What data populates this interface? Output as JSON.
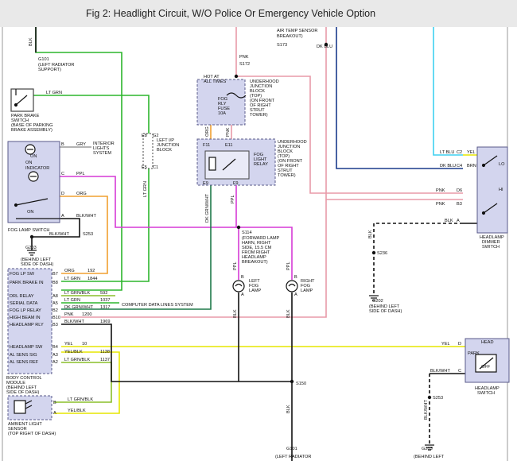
{
  "header": {
    "title": "Fig 2: Headlight Circuit, W/O Police Or Emergency Vehicle Option"
  },
  "colors": {
    "lt_grn": "#2db52d",
    "pnk": "#e89aa8",
    "ppl": "#d63ad6",
    "dk_blu": "#1a3a8c",
    "lt_blu": "#3fd0f0",
    "yel": "#e6e600",
    "org": "#f0a030",
    "blk": "#111111",
    "gry": "#9a9a9a",
    "dk_grn_wht": "#1f7a4a",
    "box_fill": "#d3d5ee",
    "box_border": "#5a5a8a"
  },
  "labels": {
    "blk_top_left": "BLK",
    "g101_top": "G101",
    "g101_top_desc": [
      "(LEFT RADIATOR",
      "SUPPORT)"
    ],
    "air_temp": [
      "AIR TEMP SENSOR",
      "BREAKOUT)"
    ],
    "s173": "S173",
    "dk_blu_top": "DK BLU",
    "pnk_s172": "PNK",
    "s172": "S172",
    "hot_at_all_times": [
      "HOT AT",
      "ALL TIMES"
    ],
    "fuse": [
      "FOG",
      "RLY",
      "FUSE",
      "10A"
    ],
    "ujb_top": [
      "UNDERHOOD",
      "JUNCTION",
      "BLOCK",
      "(TOP)",
      "(ON FRONT",
      "OF RIGHT",
      "STRUT",
      "TOWER)"
    ],
    "ujb_mid": [
      "UNDERHOOD",
      "JUNCTION",
      "BLOCK",
      "(TOP)",
      "(ON FRONT",
      "OF RIGHT",
      "STRUT",
      "TOWER)"
    ],
    "org_vert": "ORG",
    "pnk_vert": "PNK",
    "f11": "F11",
    "e11": "E11",
    "e9": "E9",
    "f9": "F9",
    "fog_relay": [
      "FOG",
      "LIGHT",
      "RELAY"
    ],
    "dk_grn_wht_vert": "DK GRN/WHT",
    "ppl_vert_relay": "PPL",
    "lt_grn_park": "LT GRN",
    "park_brake": [
      "PARK BRAKE",
      "SWITCH",
      "(BASE OF PARKING",
      "BRAKE ASSEMBLY)"
    ],
    "lp_jb": [
      "LEFT I/P",
      "JUNCTION",
      "BLOCK"
    ],
    "e8": "E8",
    "g2": "G2",
    "e5": "E5",
    "c1": "C1",
    "lt_grn_vert": "LT GRN",
    "switch_on": "ON",
    "on_indicator": [
      "ON",
      "INDICATOR"
    ],
    "switch_on2": "ON",
    "pins_b": "B",
    "pins_c": "C",
    "pins_d": "D",
    "pins_a": "A",
    "gry": "GRY",
    "interior": [
      "INTERIOR",
      "LIGHTS",
      "SYSTEM"
    ],
    "ppl_c": "PPL",
    "org_d": "ORG",
    "blk_wht_a": "BLK/WHT",
    "fog_lamp_switch": "FOG LAMP SWITCH",
    "blk_wht_s253": "BLK/WHT",
    "s253_left": "S253",
    "g203": "G203",
    "g203_desc": [
      "(BEHIND LEFT",
      "SIDE OF DASH)"
    ],
    "s114": "S114",
    "s114_desc": [
      "(FORWARD LAMP",
      "HARN, RIGHT",
      "SIDE, 15.5 CM",
      "FROM RIGHT",
      "HEADLAMP",
      "BREAKOUT)"
    ],
    "ppl_left_lamp": "PPL",
    "ppl_right_lamp": "PPL",
    "left_fog": [
      "LEFT",
      "FOG",
      "LAMP"
    ],
    "right_fog": [
      "RIGHT",
      "FOG",
      "LAMP"
    ],
    "lamp_b_left": "B",
    "lamp_a_left": "A",
    "lamp_b_right": "B",
    "lamp_a_right": "A",
    "blk_left_lamp": "BLK",
    "blk_right_lamp": "BLK",
    "s150": "S150",
    "blk_s150": "BLK",
    "g101_bot": "G101",
    "g101_bot_desc": "(LEFT RADIATOR",
    "bcm_rows": [
      {
        "name": "FOG LP SW",
        "pin": "B7",
        "color": "ORG",
        "num": "192"
      },
      {
        "name": "PARK BRAKE IN",
        "pin": "B8",
        "color": "LT GRN",
        "num": "1844"
      },
      {
        "name": "DRL RELAY",
        "pin": "A8",
        "color": "LT GRN/BLK",
        "num": "592"
      },
      {
        "name": "SERIAL DATA",
        "pin": "A5",
        "color": "LT GRN",
        "num": "1037"
      },
      {
        "name": "FOG LP RELAY",
        "pin": "B2",
        "color": "DK GRN/WHT",
        "num": "1317"
      },
      {
        "name": "HIGH BEAM IN",
        "pin": "B10",
        "color": "PNK",
        "num": "1200"
      },
      {
        "name": "HEADLAMP RLY",
        "pin": "B3",
        "color": "BLK/WHT",
        "num": "1969"
      },
      {
        "name": "HEADLAMP SW",
        "pin": "B4",
        "color": "YEL",
        "num": "10"
      },
      {
        "name": "AL SENS SIG",
        "pin": "A3",
        "color": "YEL/BLK",
        "num": "1138"
      },
      {
        "name": "AL SENS REF",
        "pin": "A2",
        "color": "LT GRN/BLK",
        "num": "1137"
      }
    ],
    "computer_data": "COMPUTER DATA LINES SYSTEM",
    "bcm_name": [
      "BODY CONTROL",
      "MODULE",
      "(BEHIND LEFT",
      "SIDE OF DASH)"
    ],
    "ambient_b": "B",
    "ambient_a": "A",
    "lt_grn_blk_amb": "LT GRN/BLK",
    "yel_blk_amb": "YEL/BLK",
    "ambient_name": [
      "AMBIENT LIGHT",
      "SENSOR",
      "(TOP RIGHT OF DASH)"
    ],
    "lt_blu": "LT BLU",
    "c2": "C2",
    "yel_dim": "YEL",
    "dk_blu_dim": "DK BLU",
    "c4": "C4",
    "brn": "BRN",
    "pnk_d6": "PNK",
    "d6": "D6",
    "pnk_b3": "PNK",
    "b3": "B3",
    "blk_a": "BLK",
    "pin_a_dim": "A",
    "lo": "LO",
    "hi": "HI",
    "dimmer_name": [
      "HEADLAMP",
      "DIMMER",
      "SWITCH"
    ],
    "blk_dim_vert": "BLK",
    "s236": "S236",
    "g202": "G202",
    "g202_desc": [
      "(BEHIND LEFT",
      "SIDE OF DASH)"
    ],
    "yel_right": "YEL",
    "pin_d_sw": "D",
    "pin_c_sw": "C",
    "head": "HEAD",
    "park": "PARK",
    "off": "OFF",
    "blk_wht_sw": "BLK/WHT",
    "headlamp_sw_name": [
      "HEADLAMP",
      "SWITCH"
    ],
    "blk_wht_vert": "BLK/WHT",
    "s253_right": "S253",
    "g203_bot": "G203",
    "g203_bot_desc": "(BEHIND LEFT"
  }
}
